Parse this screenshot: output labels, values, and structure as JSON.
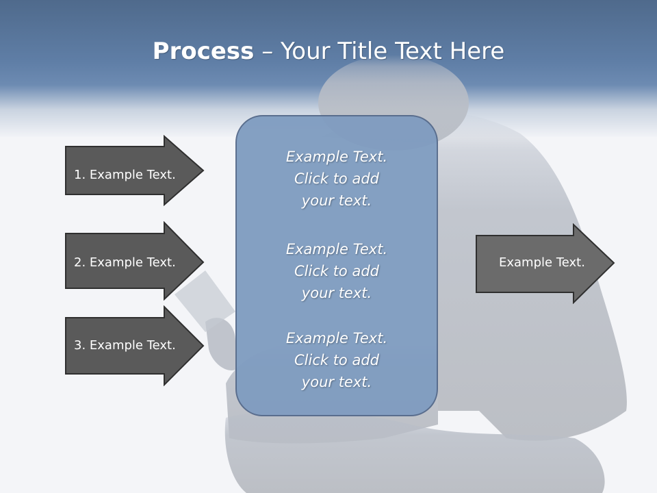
{
  "title": {
    "bold_part": "Process",
    "dash": " – ",
    "rest": "Your Title Text Here"
  },
  "left_arrows": [
    {
      "label": "1. Example Text."
    },
    {
      "label": "2. Example Text."
    },
    {
      "label": "3. Example Text."
    }
  ],
  "center_box": {
    "blocks": [
      {
        "line1": "Example Text.",
        "line2": "Click  to add",
        "line3": "your text."
      },
      {
        "line1": "Example Text.",
        "line2": "Click  to add",
        "line3": "your text."
      },
      {
        "line1": "Example Text.",
        "line2": "Click  to add",
        "line3": "your text."
      }
    ]
  },
  "right_arrow": {
    "label": "Example Text."
  },
  "colors": {
    "header": "#5f7ea6",
    "arrow_fill": "#5a5a5a",
    "right_arrow_fill": "#6b6b6b",
    "center_box_fill": "#7f9cc0",
    "figure": "#b8bcc4"
  }
}
